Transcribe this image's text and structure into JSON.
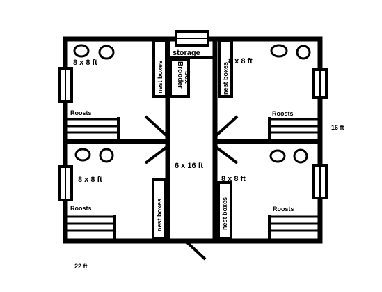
{
  "diagram": {
    "rooms": {
      "top_left": "8 x 8 ft",
      "top_right": "8 x 8 ft",
      "bottom_left": "8 x 8 ft",
      "bottom_right": "8 x 8 ft",
      "center_hall": "6 x 16 ft"
    },
    "storage_label": "storage",
    "brooder_label_line1": "Brooder",
    "brooder_label_line2": "box",
    "nest_boxes_label": "nest boxes",
    "roosts_label": "Roosts",
    "dimensions": {
      "height": "16 ft",
      "width": "22 ft"
    }
  }
}
